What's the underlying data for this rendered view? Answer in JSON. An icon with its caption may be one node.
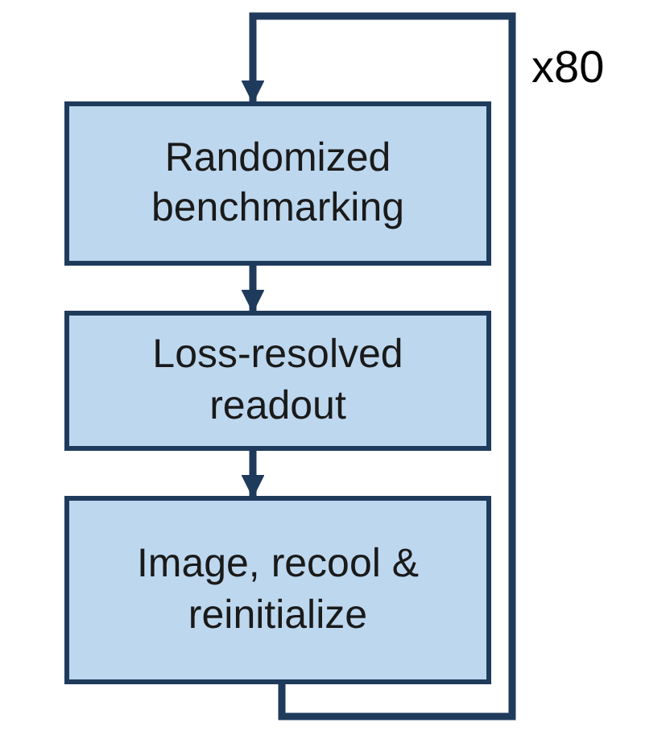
{
  "diagram": {
    "nodes": [
      {
        "text": [
          "Randomized benchmarking"
        ]
      },
      {
        "text": [
          "Loss-resolved readout"
        ]
      },
      {
        "text": [
          "Image, recool & reinitialize"
        ]
      }
    ],
    "edges": [
      {
        "from": 0,
        "to": 1,
        "arrow": "to"
      },
      {
        "from": 1,
        "to": 2,
        "arrow": "to"
      },
      {
        "from": 2,
        "to": 0,
        "arrow": "to",
        "label": "x80"
      }
    ]
  }
}
